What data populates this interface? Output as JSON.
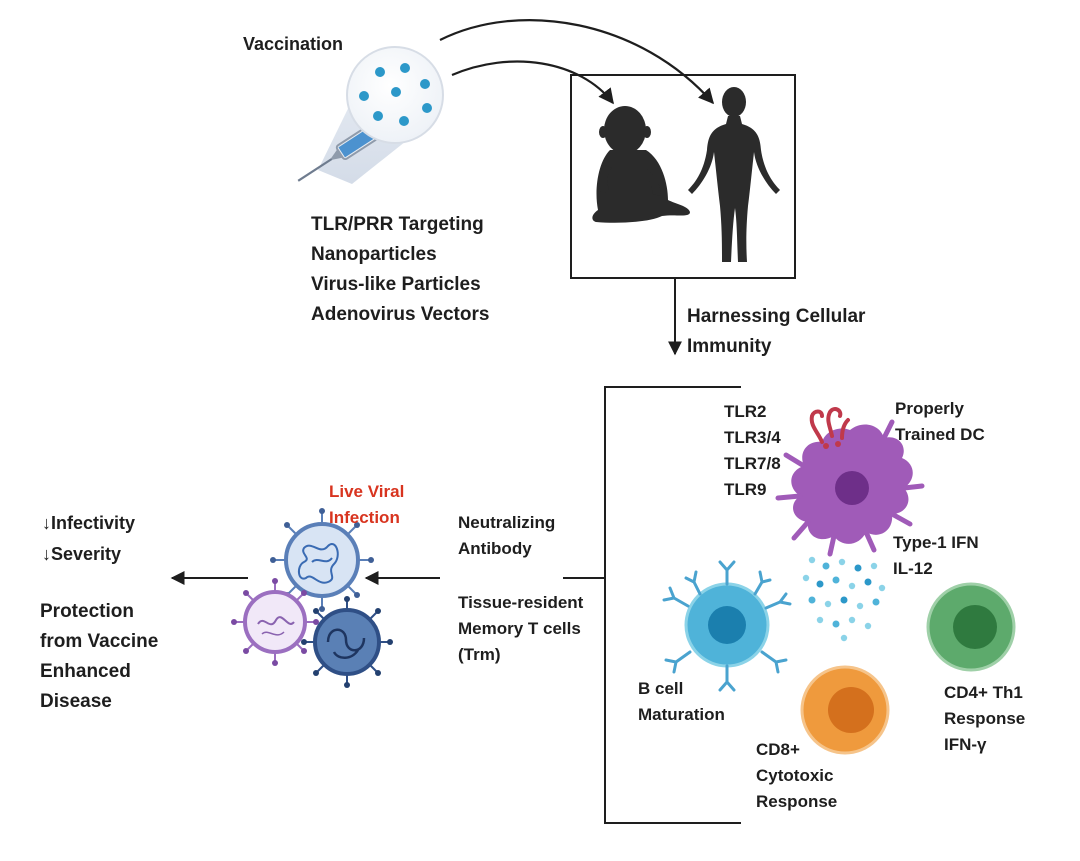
{
  "vaccination": {
    "title": "Vaccination",
    "platforms": [
      "TLR/PRR Targeting",
      "Nanoparticles",
      "Virus-like Particles",
      "Adenovirus Vectors"
    ]
  },
  "harnessing": [
    "Harnessing Cellular",
    "Immunity"
  ],
  "tlr_list": [
    "TLR2",
    "TLR3/4",
    "TLR7/8",
    "TLR9"
  ],
  "dc_label": [
    "Properly",
    "Trained DC"
  ],
  "cytokines": [
    "Type-1 IFN",
    "IL-12"
  ],
  "b_cell": [
    "B cell",
    "Maturation"
  ],
  "cd8": [
    "CD8+",
    "Cytotoxic",
    "Response"
  ],
  "cd4": [
    "CD4+ Th1",
    "Response",
    "IFN-γ"
  ],
  "neutralizing": [
    "Neutralizing",
    "Antibody"
  ],
  "trm": [
    "Tissue-resident",
    "Memory T cells",
    "(Trm)"
  ],
  "infection": [
    "Live Viral",
    "Infection"
  ],
  "outcomes": [
    "↓Infectivity",
    "↓Severity"
  ],
  "protection": [
    "Protection",
    "from Vaccine",
    "Enhanced",
    "Disease"
  ],
  "colors": {
    "infection_label": "#d8341f",
    "dc_purple": "#a05bb8",
    "b_cell_blue": "#4fb3d9",
    "cd8_orange": "#ef9a3d",
    "cd4_green": "#5daa6c",
    "tlr_red": "#c0394b",
    "virus_blue": "#5a7fb8",
    "virus_purple": "#9b6fc0"
  },
  "icons": [
    "syringe-icon",
    "nanoparticle-bubble-icon",
    "infant-silhouette-icon",
    "adult-silhouette-icon",
    "virus-icon",
    "antibody-icon",
    "dendritic-cell-icon"
  ]
}
